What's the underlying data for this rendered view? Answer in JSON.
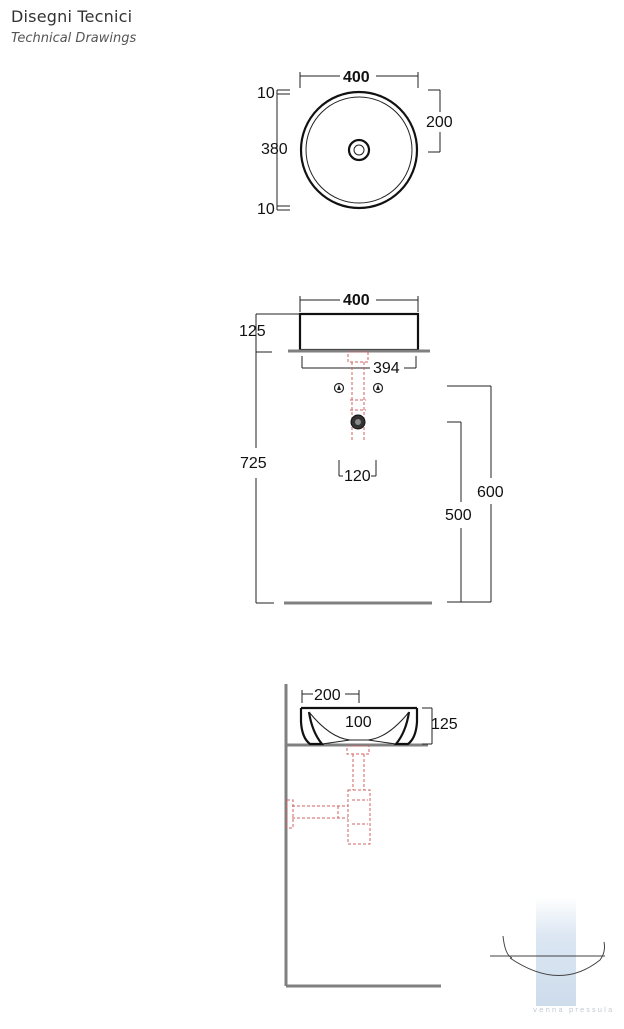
{
  "header": {
    "title": "Disegni Tecnici",
    "subtitle": "Technical Drawings"
  },
  "top_view": {
    "width": "400",
    "top_gap": "10",
    "inner_height": "380",
    "bottom_gap": "10",
    "half_depth": "200"
  },
  "front_view": {
    "width": "400",
    "basin_height": "125",
    "base_width": "394",
    "total_height": "725",
    "trap_width": "120",
    "height_600": "600",
    "height_500": "500"
  },
  "side_view": {
    "half_width": "200",
    "waste_offset": "100",
    "basin_height": "125"
  },
  "watermark": {
    "text": "venna pressula"
  },
  "colors": {
    "line": "#222222",
    "floor": "#808080",
    "waste_dashed": "#d06060",
    "watermark_bar": "#c9daec"
  }
}
